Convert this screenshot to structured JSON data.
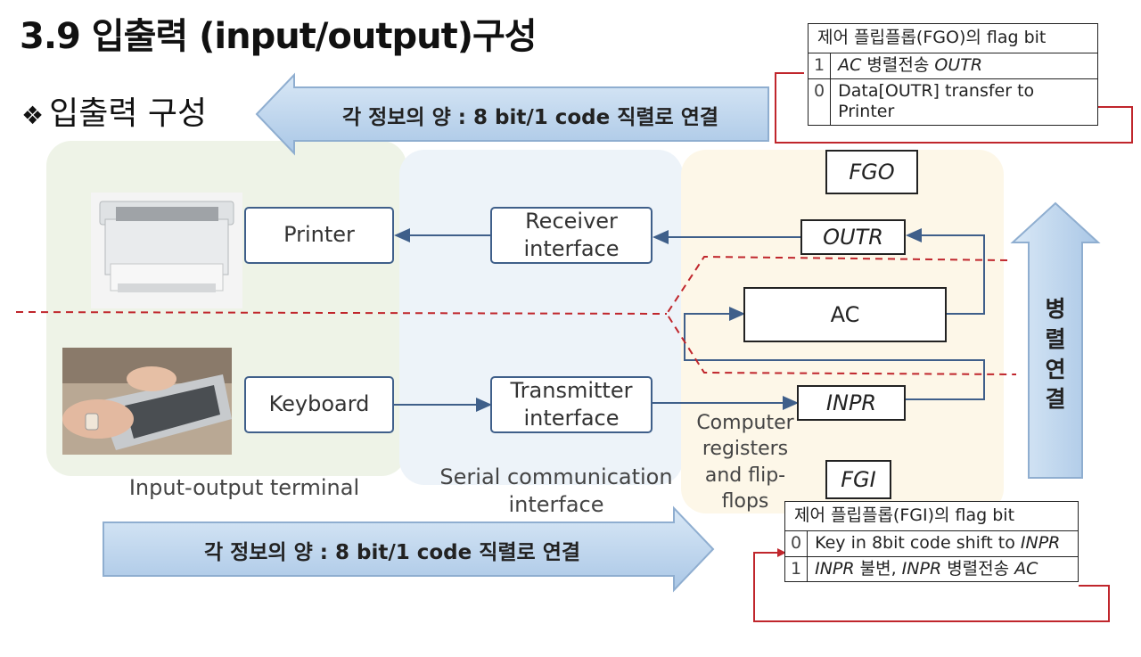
{
  "title": "3.9 입출력 (input/output)구성",
  "subtitle": {
    "bullet": "❖",
    "text": "입출력 구성"
  },
  "arrows": {
    "top_left": "각 정보의 양 : 8 bit/1 code  직렬로 연결",
    "bottom_right": "각 정보의 양 : 8 bit/1 code  직렬로 연결",
    "vertical": "병렬연결"
  },
  "devices": {
    "printer": "Printer",
    "keyboard": "Keyboard"
  },
  "interfaces": {
    "receiver": "Receiver interface",
    "transmitter": "Transmitter interface"
  },
  "registers": {
    "fgo": "FGO",
    "outr": "OUTR",
    "ac": "AC",
    "inpr": "INPR",
    "fgi": "FGI"
  },
  "section_labels": {
    "terminal": "Input-output terminal",
    "serial": "Serial communication interface",
    "computer": "Computer registers and flip-flops"
  },
  "fgo_table": {
    "header": "제어 플립플롭(FGO)의 flag bit",
    "rows": [
      {
        "bit": "1",
        "desc_html": "<i>AC</i> 병렬전송  <i>OUTR</i>"
      },
      {
        "bit": "0",
        "desc_html": "Data[OUTR] transfer to Printer"
      }
    ]
  },
  "fgi_table": {
    "header": "제어 플립플롭(FGI)의 flag bit",
    "rows": [
      {
        "bit": "0",
        "desc_html": "Key in 8bit code shift to <i>INPR</i>"
      },
      {
        "bit": "1",
        "desc_html": "<i>INPR</i> 불변, <i>INPR</i> 병렬전송 <i>AC</i>"
      }
    ]
  },
  "colors": {
    "arrow_fill": "#c6dcf2",
    "arrow_stroke": "#8faed0",
    "line": "#3f5f8a",
    "dashed": "#c0262c",
    "bracket": "#c0262c"
  }
}
